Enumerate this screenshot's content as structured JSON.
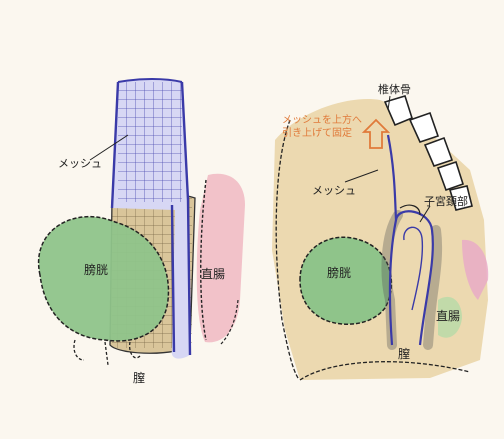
{
  "left": {
    "mesh": "メッシュ",
    "bladder": "膀胱",
    "rectum": "直腸",
    "vagina": "膣"
  },
  "right": {
    "sacrum": "椎体骨",
    "note_line1": "メッシュを上方へ",
    "note_line2": "引き上げて固定",
    "mesh": "メッシュ",
    "cervix": "子宮頚部",
    "bladder": "膀胱",
    "rectum": "直腸",
    "vagina": "膣"
  },
  "colors": {
    "background": "#fbf7ef",
    "mesh": "#3a3aa8",
    "bladder": "#8fc48a",
    "rectum": "#f0b8c2",
    "tissue": "#ecd9b0",
    "note": "#e07a3a"
  }
}
